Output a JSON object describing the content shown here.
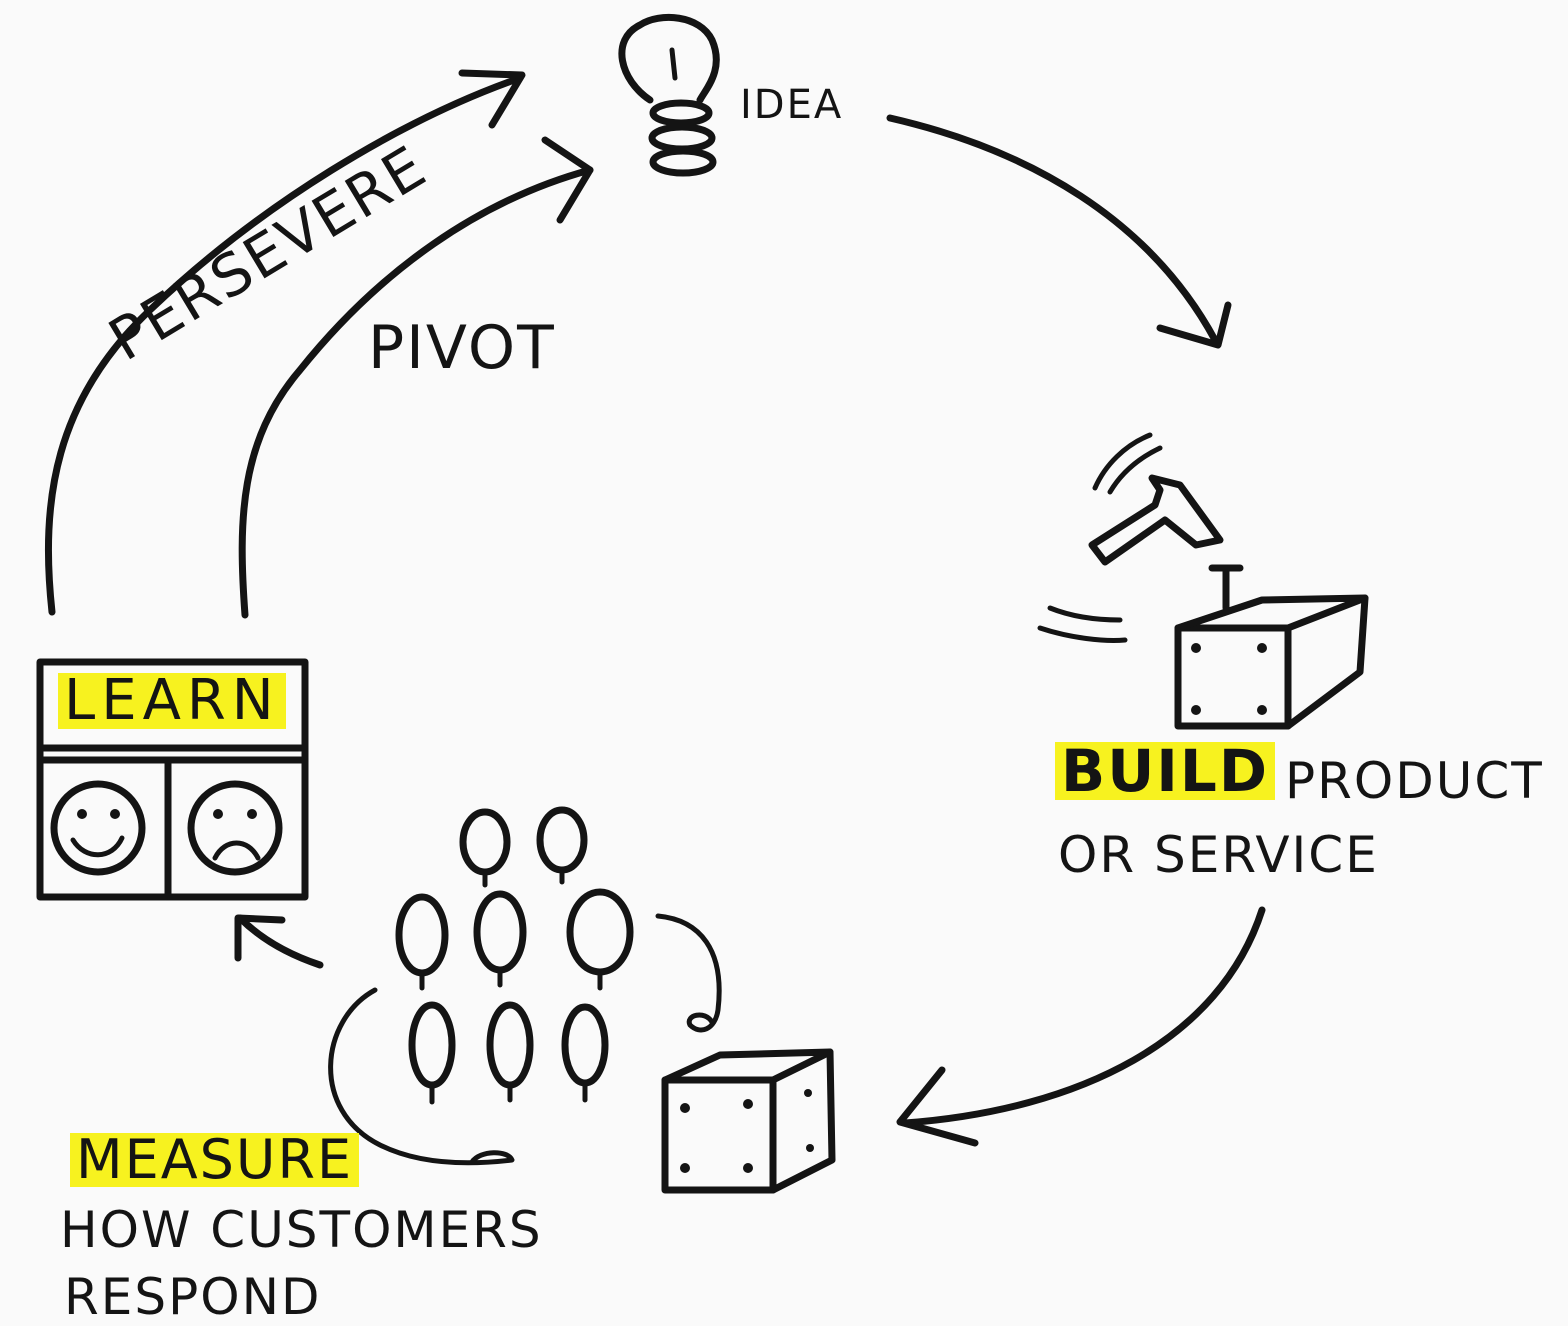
{
  "idea": {
    "label": "IDEA"
  },
  "transitions": {
    "persevere": "PERSEVERE",
    "pivot": "PIVOT"
  },
  "build": {
    "title": "BUILD",
    "line1": "PRODUCT",
    "line2": "OR SERVICE"
  },
  "learn": {
    "title": "LEARN"
  },
  "measure": {
    "title": "MEASURE",
    "line1": "HOW CUSTOMERS",
    "line2": "RESPOND"
  },
  "colors": {
    "highlight": "#f7f21f",
    "ink": "#141414",
    "background": "#fafafa"
  },
  "icons": [
    "lightbulb-icon",
    "hammer-icon",
    "product-box-icon",
    "happy-face-icon",
    "sad-face-icon",
    "crowd-icon",
    "box-icon"
  ]
}
